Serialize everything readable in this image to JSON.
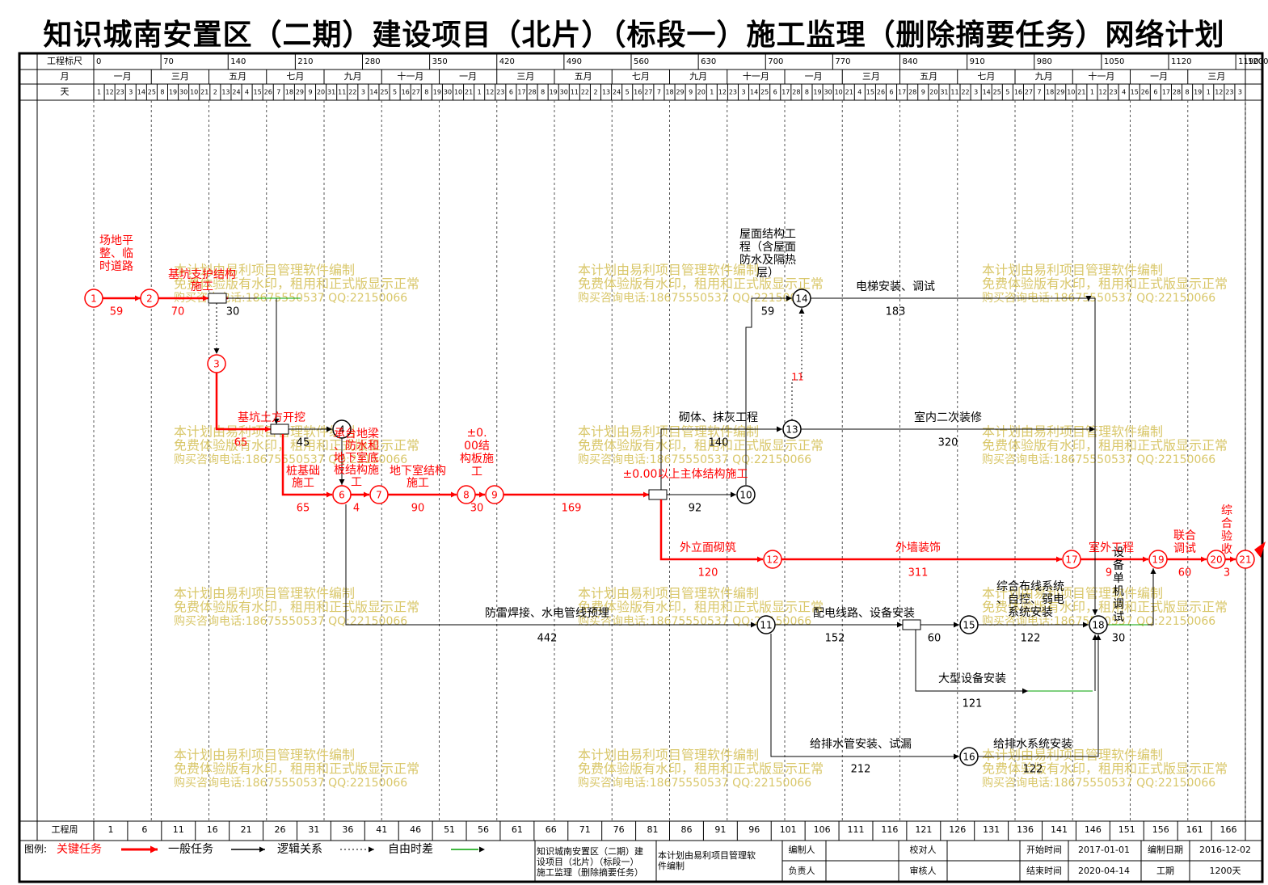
{
  "title": "知识城南安置区（二期）建设项目（北片）（标段一）施工监理（删除摘要任务）网络计划",
  "header": {
    "scale_label": "工程标尺",
    "month_label": "月",
    "day_label": "天",
    "week_label": "工程周",
    "scale_ticks": [
      "0",
      "70",
      "140",
      "210",
      "280",
      "350",
      "420",
      "490",
      "560",
      "630",
      "700",
      "770",
      "840",
      "910",
      "980",
      "1050",
      "1120",
      "1190",
      "1200"
    ],
    "months": [
      "一月",
      "三月",
      "五月",
      "七月",
      "九月",
      "十一月",
      "一月",
      "三月",
      "五月",
      "七月",
      "九月",
      "十一月",
      "一月",
      "三月",
      "五月",
      "七月",
      "九月",
      "十一月",
      "一月",
      "三月"
    ],
    "day_row": "1|12|23|3|14|25|8|19|30|10|21|2|13|24|4|15|26|7|18|29|9|20|31|11|22|3|14|25|5|16|27|8|19|30|10|21|1|12|23|6|17|28|8|19|30|11|22|2|13|24|5|16|27|7|18|29|9|20|1|12|23|3|14|25|6|17|28|8|19|30|10|21|4|15|26|6|17|28|9|20|31|11|22|3|14|25|5|16|27|7|18|29|10|21|1|12|23|4|15|26|6|17|28|8|19|1|12|23|3",
    "weeks": [
      "1",
      "6",
      "11",
      "16",
      "21",
      "26",
      "31",
      "36",
      "41",
      "46",
      "51",
      "56",
      "61",
      "66",
      "71",
      "76",
      "81",
      "86",
      "91",
      "96",
      "101",
      "106",
      "111",
      "116",
      "121",
      "126",
      "131",
      "136",
      "141",
      "146",
      "151",
      "156",
      "161",
      "166"
    ]
  },
  "nodes": [
    "1",
    "2",
    "3",
    "4",
    "5",
    "6",
    "7",
    "8",
    "9",
    "10",
    "11",
    "12",
    "13",
    "14",
    "15",
    "16",
    "17",
    "18",
    "19",
    "20",
    "21"
  ],
  "tasks": [
    {
      "name": "场地平整、临时道路",
      "duration": "59",
      "critical": true
    },
    {
      "name": "基坑支护结构施工",
      "duration": "70",
      "critical": true
    },
    {
      "name": "",
      "duration": "30",
      "critical": false
    },
    {
      "name": "基坑土方开挖",
      "duration": "65",
      "critical": true
    },
    {
      "name": "",
      "duration": "45",
      "critical": false
    },
    {
      "name": "桩基础施工",
      "duration": "65",
      "critical": true
    },
    {
      "name": "承台地梁、防水和地下室底板结构施工",
      "duration": "4",
      "critical": true
    },
    {
      "name": "地下室结构施工",
      "duration": "90",
      "critical": true
    },
    {
      "name": "±0.00结构板施工",
      "duration": "30",
      "critical": true
    },
    {
      "name": "",
      "duration": "169",
      "critical": true
    },
    {
      "name": "±0.00以上主体结构施工",
      "duration": "92",
      "critical": false
    },
    {
      "name": "砌体、抹灰工程",
      "duration": "140",
      "critical": false
    },
    {
      "name": "屋面结构工程（含屋面防水及隔热层）",
      "duration": "59",
      "critical": false
    },
    {
      "name": "电梯安装、调试",
      "duration": "183",
      "critical": false
    },
    {
      "name": "室内二次装修",
      "duration": "320",
      "critical": false
    },
    {
      "name": "",
      "duration": "11",
      "critical": true
    },
    {
      "name": "外立面砌筑",
      "duration": "120",
      "critical": true
    },
    {
      "name": "外墙装饰",
      "duration": "311",
      "critical": true
    },
    {
      "name": "室外工程",
      "duration": "9",
      "critical": true
    },
    {
      "name": "设备单机调试",
      "duration": "30",
      "critical": false
    },
    {
      "name": "联合调试",
      "duration": "60",
      "critical": true
    },
    {
      "name": "综合验收",
      "duration": "3",
      "critical": true
    },
    {
      "name": "防雷焊接、水电管线预埋",
      "duration": "442",
      "critical": false
    },
    {
      "name": "配电线路、设备安装",
      "duration": "152",
      "critical": false
    },
    {
      "name": "综合布线系统、自控、弱电系统安装",
      "duration": "122",
      "critical": false
    },
    {
      "name": "大型设备安装",
      "duration": "121",
      "critical": false
    },
    {
      "name": "给排水管安装、试漏",
      "duration": "212",
      "critical": false
    },
    {
      "name": "给排水系统安装",
      "duration": "122",
      "critical": false
    },
    {
      "name": "",
      "duration": "60",
      "critical": false
    }
  ],
  "watermark": {
    "line1": "本计划由易利项目管理软件编制",
    "line2": "免费体验版有水印，租用和正式版显示正常",
    "line3": "购买咨询电话:18675550537 QQ:22150066"
  },
  "legend": {
    "label": "图例:",
    "critical": "关键任务",
    "normal": "一般任务",
    "logic": "逻辑关系",
    "float": "自由时差"
  },
  "footer": {
    "project_name": "知识城南安置区（二期）建设项目（北片）（标段一）施工监理（删除摘要任务）",
    "software_note": "本计划由易利项目管理软件编制",
    "preparer_label": "编制人",
    "reviewer_label": "校对人",
    "responsible_label": "负责人",
    "auditor_label": "审核人",
    "start_label": "开始时间",
    "start_value": "2017-01-01",
    "end_label": "结束时间",
    "end_value": "2020-04-14",
    "compile_date_label": "编制日期",
    "compile_date_value": "2016-12-02",
    "duration_label": "工期",
    "duration_value": "1200天"
  },
  "colors": {
    "critical": "#ff0000",
    "normal": "#000000",
    "watermark": "#d9c76a",
    "float": "#00a000"
  }
}
